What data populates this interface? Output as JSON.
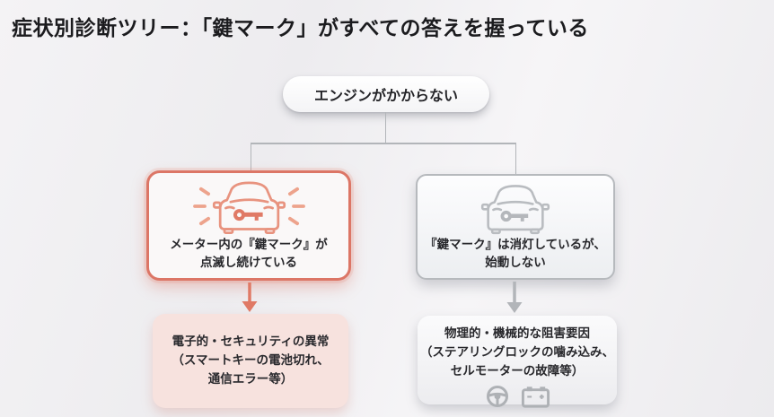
{
  "title": "症状別診断ツリー：「鍵マーク」がすべての答えを握っている",
  "root": {
    "label": "エンジンがかからない"
  },
  "branches": {
    "left": {
      "icon": "blinking-key-warning-car-icon",
      "label_lines": [
        "メーター内の『鍵マーク』が",
        "点滅し続けている"
      ],
      "result_lines": [
        "電子的・セキュリティの異常",
        "（スマートキーの電池切れ、",
        "通信エラー等）"
      ],
      "accent_color": "#dc7666",
      "result_bg_color": "#f7e2de"
    },
    "right": {
      "icon": "key-off-car-icon",
      "label_lines": [
        "『鍵マーク』は消灯しているが、",
        "始動しない"
      ],
      "result_lines": [
        "物理的・機械的な阻害要因",
        "（ステアリングロックの噛み込み、",
        "セルモーターの故障等）"
      ],
      "result_icons": [
        "steering-wheel-icon",
        "car-battery-icon"
      ],
      "accent_color": "#b6b9bd",
      "result_bg_color": "#ededf0"
    }
  },
  "connector_color": "#b2b5b9",
  "background_color": "#f1f0f2"
}
